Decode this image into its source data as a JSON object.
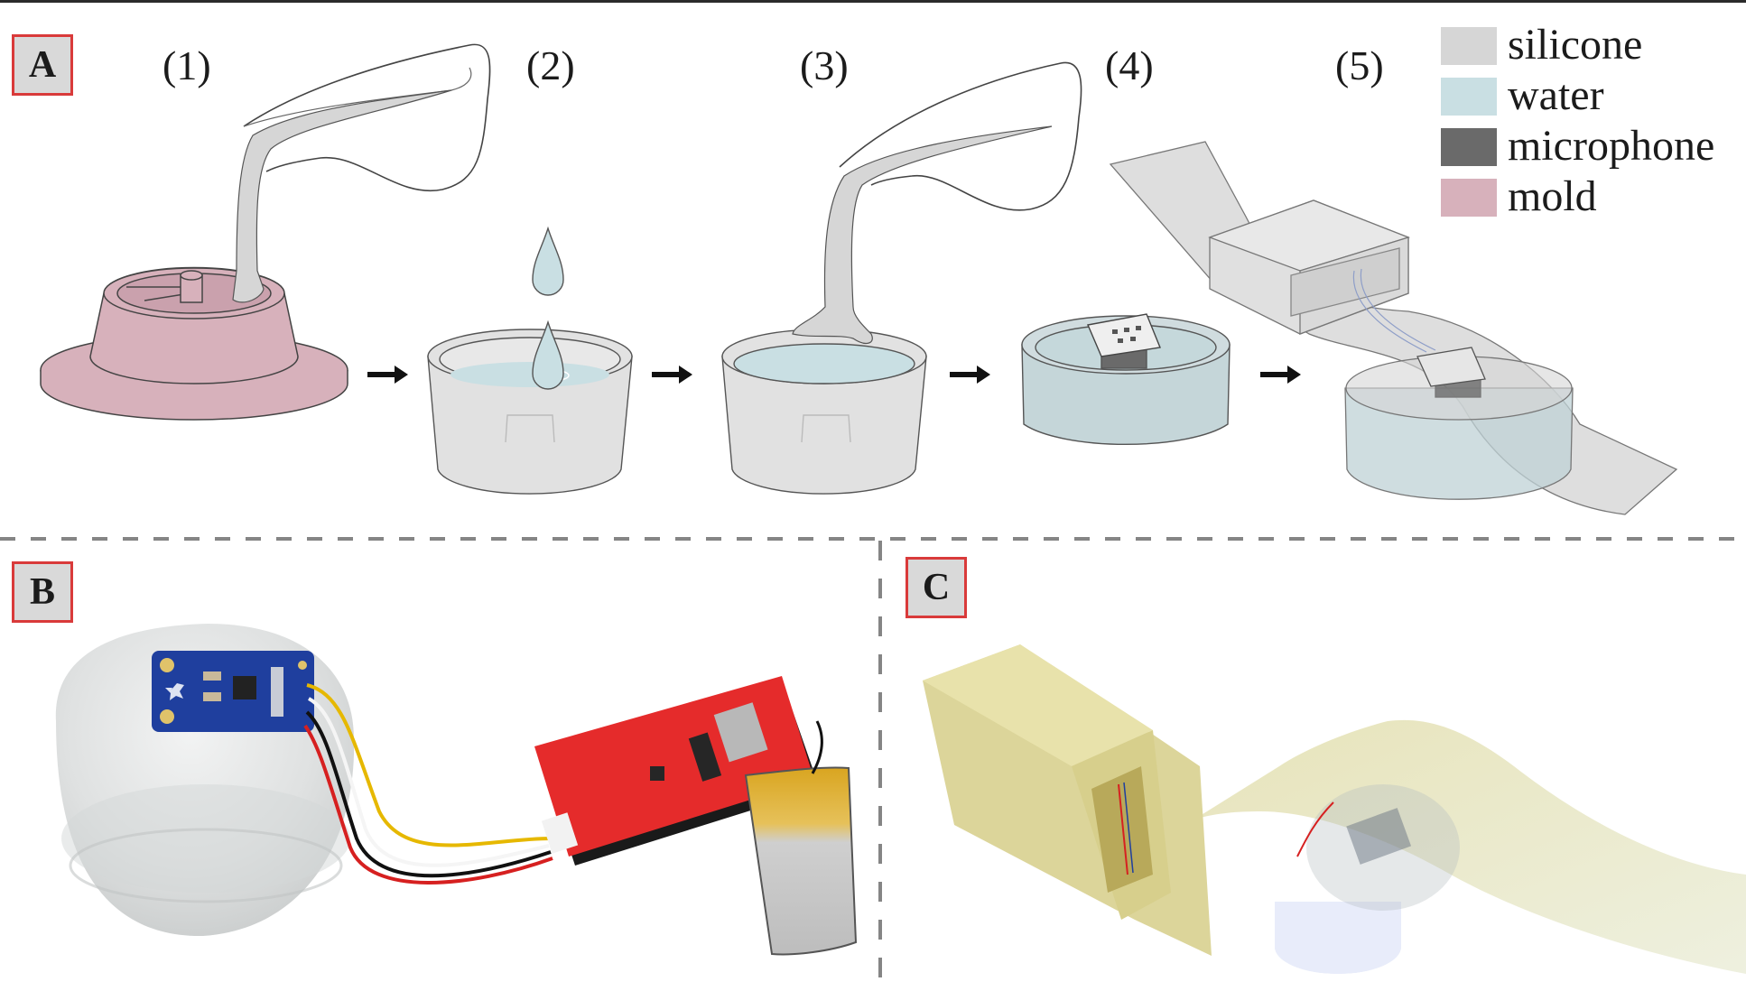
{
  "figure": {
    "panels": {
      "a": {
        "label": "A"
      },
      "b": {
        "label": "B"
      },
      "c": {
        "label": "C"
      }
    },
    "steps": [
      "(1)",
      "(2)",
      "(3)",
      "(4)",
      "(5)"
    ],
    "legend": [
      {
        "label": "silicone",
        "color": "#d6d6d6"
      },
      {
        "label": "water",
        "color": "#c9dfe3"
      },
      {
        "label": "microphone",
        "color": "#6a6a6a"
      },
      {
        "label": "mold",
        "color": "#d7b1bb"
      }
    ],
    "colors": {
      "label_border": "#d93a3a",
      "label_fill": "#d9d9d9",
      "divider": "#858585"
    }
  }
}
